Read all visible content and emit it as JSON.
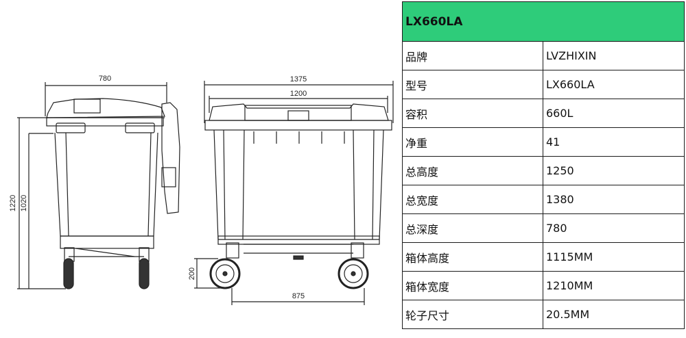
{
  "drawing": {
    "side_view": {
      "width_label": "780",
      "height_total_label": "1220",
      "height_body_label": "1020"
    },
    "front_view": {
      "width_total_label": "1375",
      "width_body_label": "1200",
      "wheel_height_label": "200",
      "wheel_spacing_label": "875"
    }
  },
  "spec_table": {
    "title": "LX660LA",
    "header_color": "#2ecc7a",
    "rows": [
      {
        "label": "品牌",
        "value": "LVZHIXIN"
      },
      {
        "label": "型号",
        "value": "LX660LA"
      },
      {
        "label": "容积",
        "value": "660L"
      },
      {
        "label": "净重",
        "value": "41"
      },
      {
        "label": "总高度",
        "value": "1250"
      },
      {
        "label": "总宽度",
        "value": "1380"
      },
      {
        "label": "总深度",
        "value": "780"
      },
      {
        "label": "箱体高度",
        "value": "1115MM"
      },
      {
        "label": "箱体宽度",
        "value": "1210MM"
      },
      {
        "label": "轮子尺寸",
        "value": "20.5MM"
      }
    ]
  }
}
